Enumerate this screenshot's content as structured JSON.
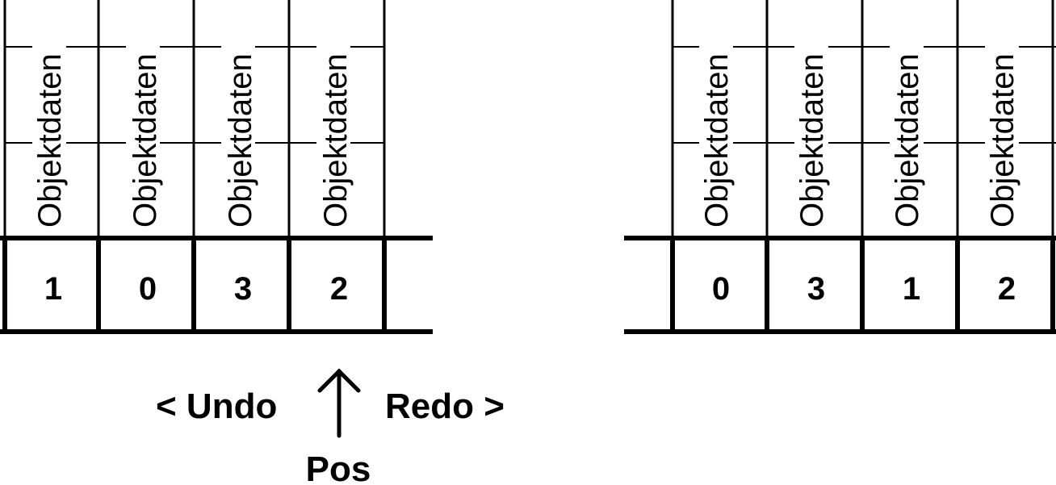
{
  "left_array": {
    "column_labels": [
      "Objektdaten",
      "Objektdaten",
      "Objektdaten",
      "Objektdaten"
    ],
    "indices": [
      "1",
      "0",
      "3",
      "2"
    ]
  },
  "right_array": {
    "column_labels": [
      "Objektdaten",
      "Objektdaten",
      "Objektdaten",
      "Objektdaten"
    ],
    "indices": [
      "0",
      "3",
      "1",
      "2"
    ]
  },
  "controls": {
    "undo_label": "< Undo",
    "redo_label": "Redo >",
    "pos_label": "Pos"
  }
}
